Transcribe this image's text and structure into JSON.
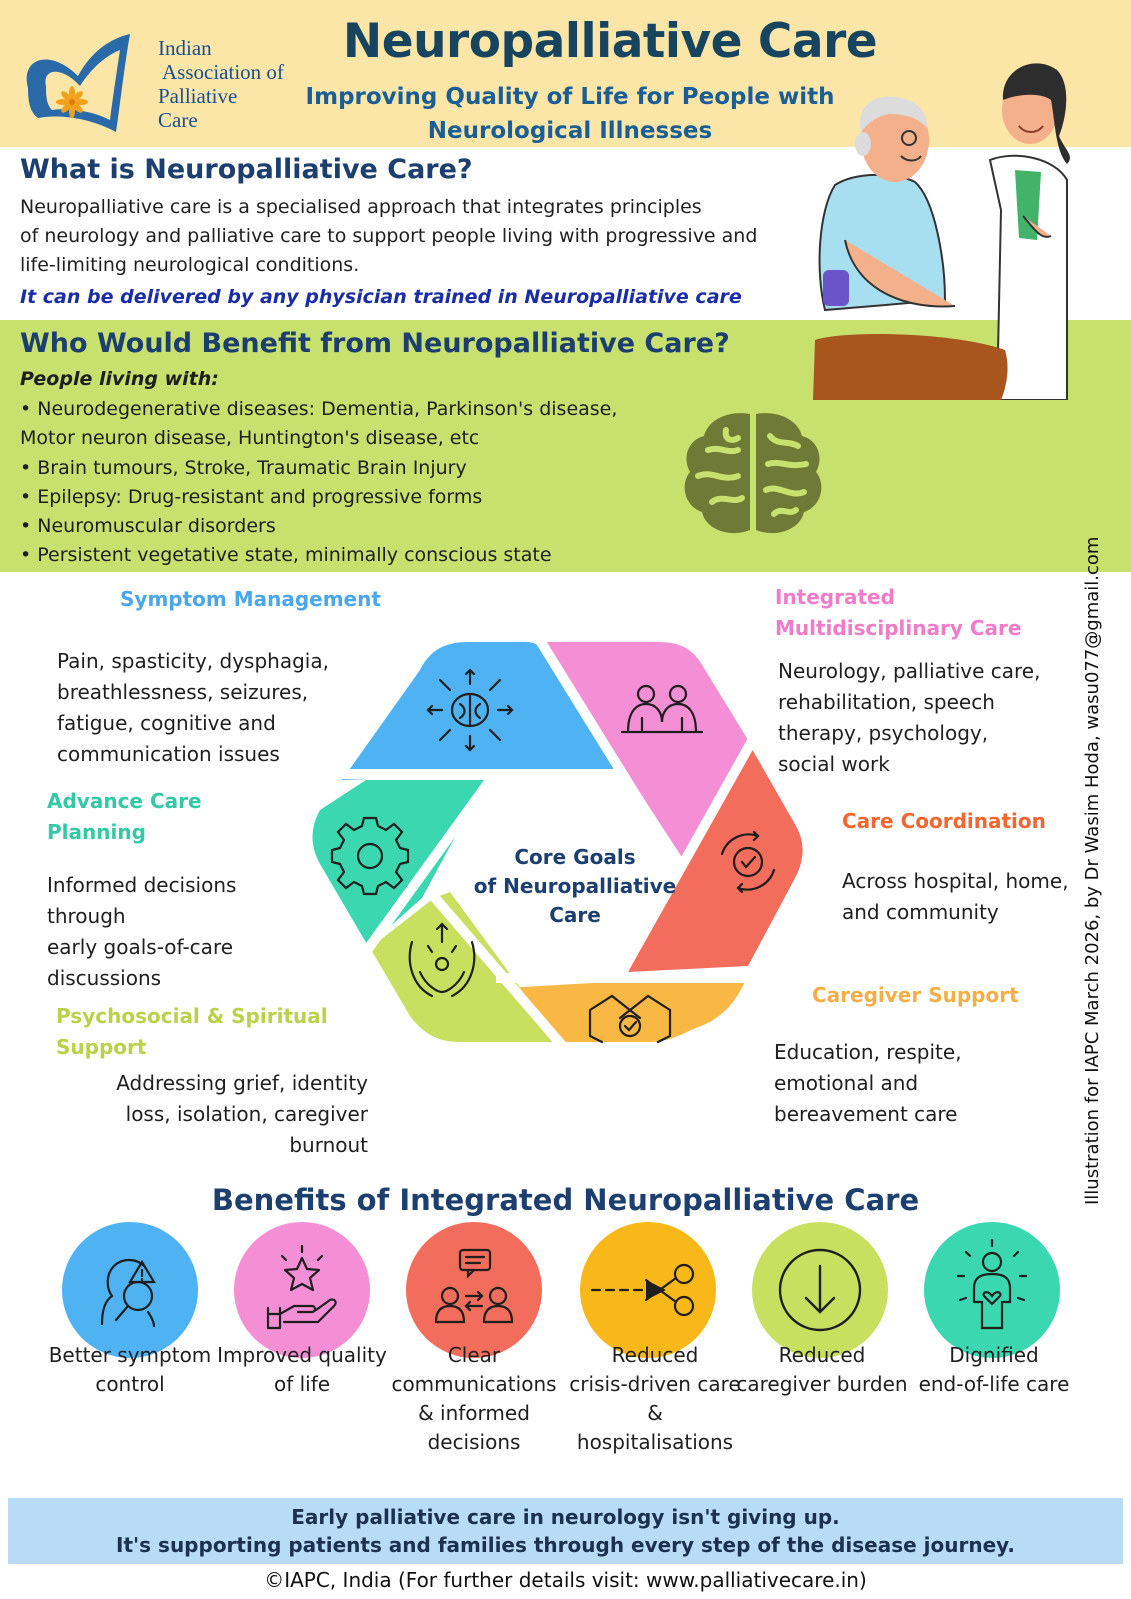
{
  "header": {
    "logo_text": [
      "Indian",
      "Association of",
      "Palliative",
      "Care"
    ],
    "title": "Neuropalliative Care",
    "subtitle_line1": "Improving Quality of Life for People with",
    "subtitle_line2": "Neurological Illnesses"
  },
  "what": {
    "title": "What is Neuropalliative Care?",
    "lines": [
      "Neuropalliative care is a specialised approach that integrates principles",
      "of neurology and palliative care to support people living with progressive and",
      "life-limiting neurological conditions."
    ],
    "emphasis": "It can be delivered by any physician trained in Neuropalliative care"
  },
  "who": {
    "title": "Who Would Benefit from Neuropalliative Care?",
    "intro": "People living with:",
    "items": [
      "• Neurodegenerative diseases: Dementia, Parkinson's disease,",
      "Motor neuron disease, Huntington's disease, etc",
      "• Brain tumours, Stroke, Traumatic Brain Injury",
      "• Epilepsy: Drug-resistant and progressive forms",
      "• Neuromuscular disorders",
      "• Persistent vegetative state, minimally conscious state"
    ]
  },
  "goals": {
    "center": [
      "Core Goals",
      "of Neuropalliative",
      "Care"
    ],
    "symptom": {
      "title": "Symptom Management",
      "desc": [
        "Pain, spasticity, dysphagia,",
        "breathlessness, seizures,",
        "fatigue, cognitive and",
        "communication issues"
      ],
      "color": "#4fb3f3"
    },
    "integrated": {
      "title": [
        "Integrated",
        "Multidisciplinary Care"
      ],
      "desc": [
        "Neurology, palliative care,",
        "rehabilitation, speech",
        "therapy, psychology,",
        "social work"
      ],
      "color": "#f48fd5"
    },
    "coordination": {
      "title": "Care Coordination",
      "desc": [
        "Across hospital, home,",
        "and community"
      ],
      "color": "#f26d5b"
    },
    "caregiver": {
      "title": "Caregiver Support",
      "desc": [
        "Education, respite,",
        "emotional and",
        "bereavement care"
      ],
      "color": "#f9b744"
    },
    "psychosocial": {
      "title": [
        "Psychosocial & Spiritual",
        "Support"
      ],
      "desc": [
        "Addressing grief, identity",
        "loss, isolation, caregiver",
        "burnout"
      ],
      "color": "#c8df5f"
    },
    "advance": {
      "title": [
        "Advance Care",
        "Planning"
      ],
      "desc": [
        "Informed decisions",
        "through",
        "early goals-of-care",
        "discussions"
      ],
      "color": "#3bd7b1"
    }
  },
  "credit": "Illustration for IAPC March 2026, by Dr Wasim Hoda, wasu077@gmail.com",
  "benefits": {
    "title": "Benefits of Integrated Neuropalliative Care",
    "items": [
      {
        "label": [
          "Better symptom",
          "control"
        ],
        "color": "#4fb3f3",
        "icon": "head-search-icon"
      },
      {
        "label": [
          "Improved quality",
          "of life"
        ],
        "color": "#f48fd5",
        "icon": "hand-star-icon"
      },
      {
        "label": [
          "Clear",
          "communications",
          "& informed",
          "decisions"
        ],
        "color": "#f26d5b",
        "icon": "communication-icon"
      },
      {
        "label": [
          "Reduced",
          "crisis-driven care",
          "&",
          "hospitalisations"
        ],
        "color": "#f9b81a",
        "icon": "scissors-icon"
      },
      {
        "label": [
          "Reduced",
          "caregiver burden"
        ],
        "color": "#c8df5f",
        "icon": "down-arrow-circle-icon"
      },
      {
        "label": [
          "Dignified",
          "end-of-life care"
        ],
        "color": "#3bd7b1",
        "icon": "person-heart-icon"
      }
    ]
  },
  "footer": {
    "line1": "Early palliative care in neurology isn't giving up.",
    "line2": "It's supporting patients and families through every step of the disease journey.",
    "copyright": "©IAPC, India (For further details visit: www.palliativecare.in)"
  }
}
